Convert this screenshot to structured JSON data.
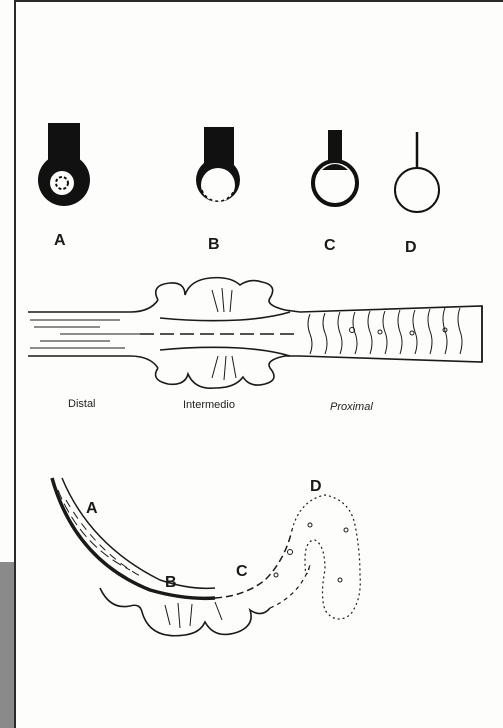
{
  "cross_sections": {
    "labels": [
      "A",
      "B",
      "C",
      "D"
    ]
  },
  "longitudinal": {
    "regions": [
      "Distal",
      "Intermedio",
      "Proximal"
    ]
  },
  "curved": {
    "labels": [
      "A",
      "B",
      "C",
      "D"
    ]
  },
  "colors": {
    "ink": "#1a1a1a",
    "page": "#fdfdfb",
    "side_tab": "#8a8a8a"
  }
}
